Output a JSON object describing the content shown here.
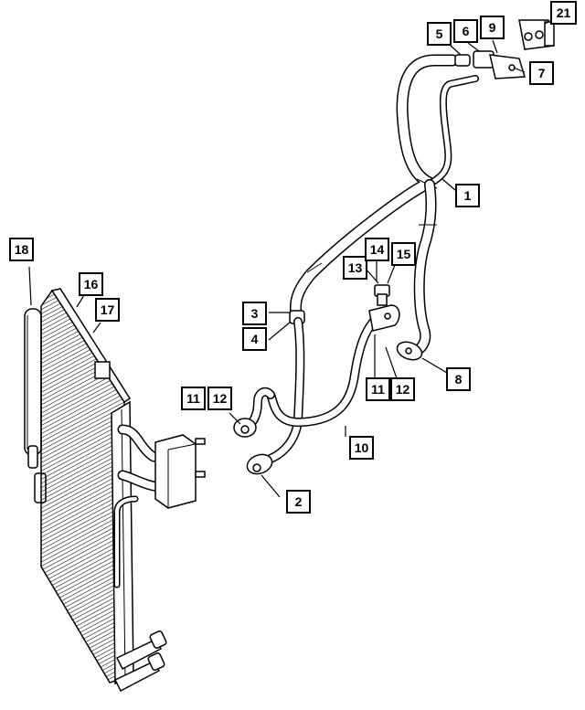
{
  "callouts": {
    "c1": "1",
    "c2": "2",
    "c3": "3",
    "c4": "4",
    "c5": "5",
    "c6": "6",
    "c7": "7",
    "c8": "8",
    "c9": "9",
    "c10": "10",
    "c11a": "11",
    "c12a": "12",
    "c11b": "11",
    "c12b": "12",
    "c13": "13",
    "c14": "14",
    "c15": "15",
    "c16": "16",
    "c17": "17",
    "c18": "18",
    "c21": "21"
  },
  "colors": {
    "line": "#000000",
    "background": "#ffffff"
  }
}
